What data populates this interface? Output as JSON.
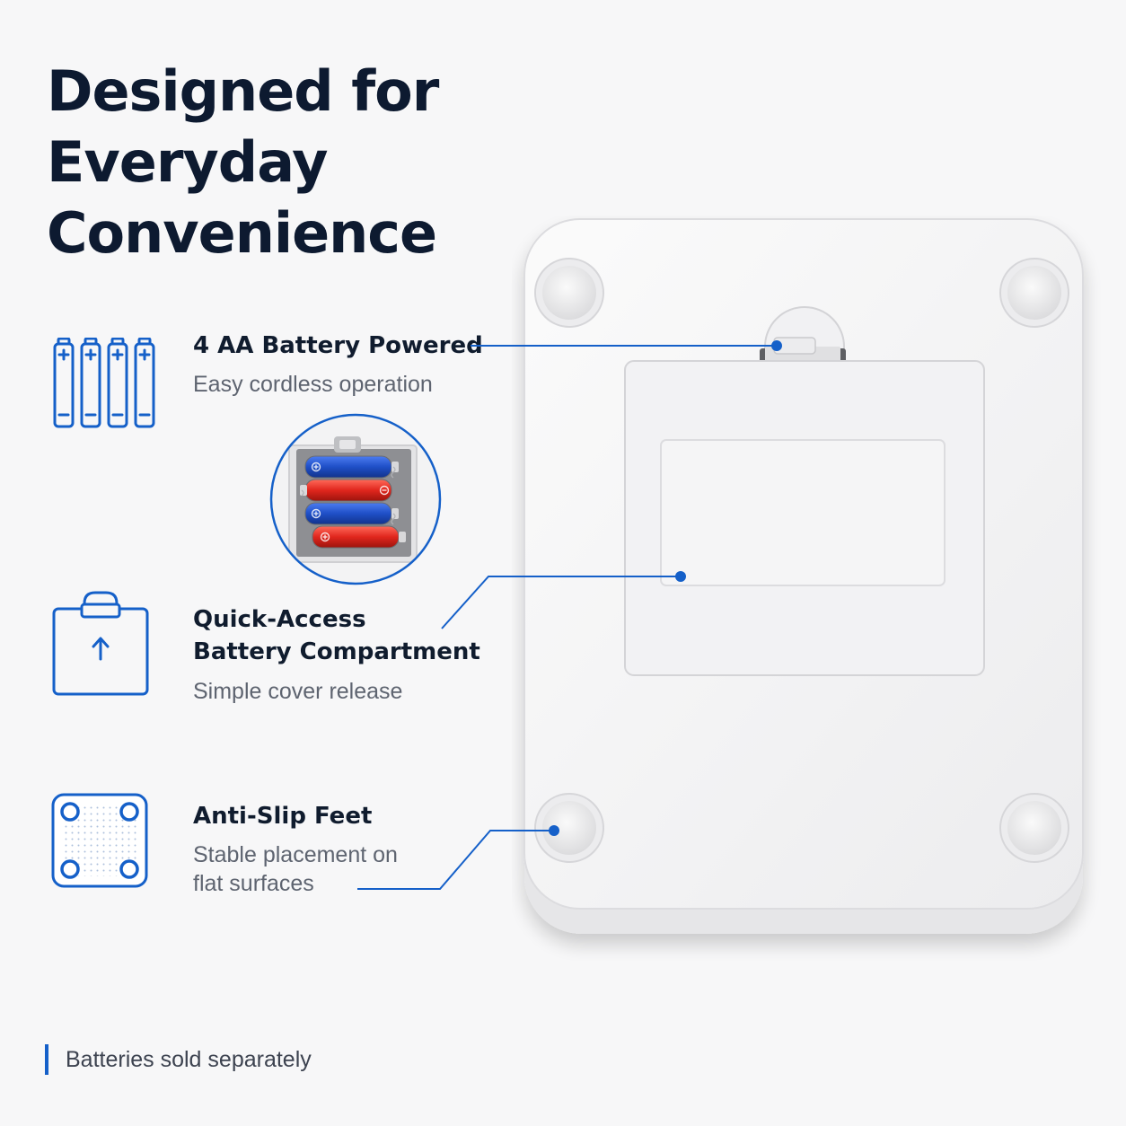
{
  "headline": {
    "line1": "Designed for",
    "line2": "Everyday",
    "line3": "Convenience"
  },
  "features": [
    {
      "title_line1": "4 AA Battery Powered",
      "subtitle_line1": "Easy cordless operation"
    },
    {
      "title_line1": "Quick-Access",
      "title_line2": "Battery Compartment",
      "subtitle_line1": "Simple cover release"
    },
    {
      "title_line1": "Anti-Slip Feet",
      "subtitle_line1": "Stable placement on",
      "subtitle_line2": "flat surfaces"
    }
  ],
  "icons": {
    "feature1": "battery-icon",
    "feature2": "battery-compartment-icon",
    "feature3": "anti-slip-feet-icon",
    "zoom": "battery-compartment-closeup"
  },
  "colors": {
    "accent": "#1560c9",
    "heading": "#0d1a30",
    "subtext": "#5e6470",
    "battery_blue": "#1f4fc7",
    "battery_red": "#e0261d"
  },
  "footnote": "Batteries sold separately"
}
